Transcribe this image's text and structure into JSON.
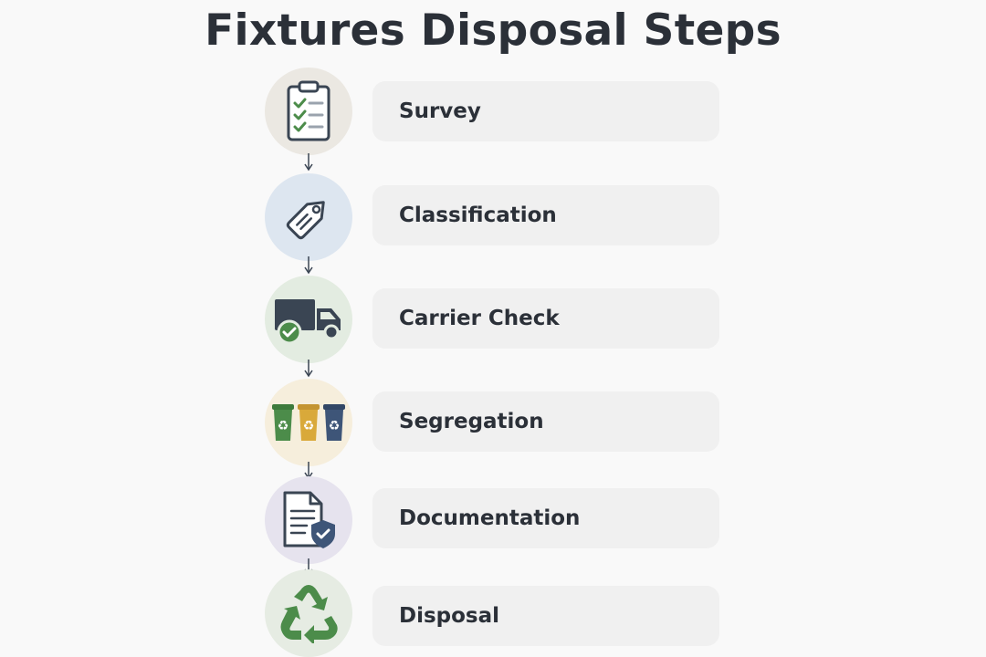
{
  "title": "Fixtures Disposal Steps",
  "steps": [
    {
      "label": "Survey",
      "icon": "clipboard-checklist-icon",
      "circle_color": "#ebe8e2"
    },
    {
      "label": "Classification",
      "icon": "tag-icon",
      "circle_color": "#dde6f0"
    },
    {
      "label": "Carrier Check",
      "icon": "truck-check-icon",
      "circle_color": "#e3ece1"
    },
    {
      "label": "Segregation",
      "icon": "recycling-bins-icon",
      "circle_color": "#f6eedc"
    },
    {
      "label": "Documentation",
      "icon": "document-shield-icon",
      "circle_color": "#e6e3ee"
    },
    {
      "label": "Disposal",
      "icon": "recycle-symbol-icon",
      "circle_color": "#e6ece3"
    }
  ],
  "colors": {
    "text": "#2b3038",
    "icon_stroke": "#3a4553",
    "green": "#4c8c4a",
    "yellow": "#d9a93a",
    "navy": "#3e5578",
    "label_bg": "#f0f0f0"
  }
}
